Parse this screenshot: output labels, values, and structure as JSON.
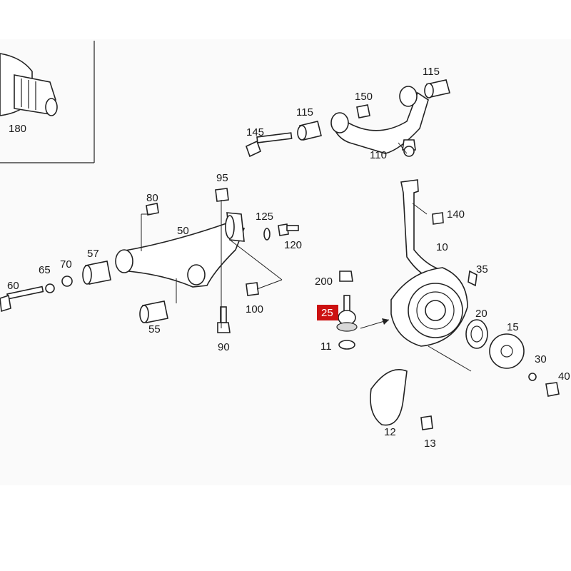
{
  "diagram": {
    "highlight_color": "#cc1111",
    "highlighted_part": "25",
    "callouts": {
      "p180": "180",
      "p115a": "115",
      "p115b": "115",
      "p150": "150",
      "p145": "145",
      "p110": "110",
      "p95": "95",
      "p80": "80",
      "p125": "125",
      "p50": "50",
      "p120": "120",
      "p140": "140",
      "p10": "10",
      "p65": "65",
      "p70": "70",
      "p57": "57",
      "p35": "35",
      "p60": "60",
      "p200": "200",
      "p100": "100",
      "p25": "25",
      "p20": "20",
      "p55": "55",
      "p15": "15",
      "p11": "11",
      "p90": "90",
      "p30": "30",
      "p40": "40",
      "p12": "12",
      "p13": "13"
    }
  }
}
